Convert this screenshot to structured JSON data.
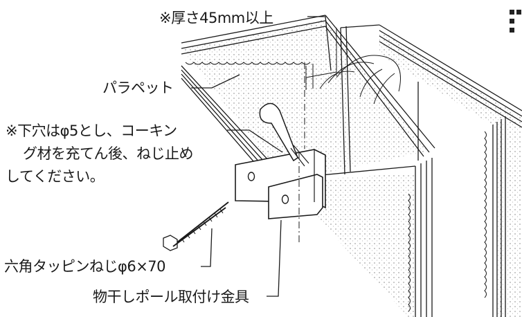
{
  "labels": {
    "thickness": "※厚さ45mm以上",
    "parapet": "パラペット",
    "pilot_hole_line1": "※下穴はφ5とし、コーキン",
    "pilot_hole_line2": "グ材を充てん後、ねじ止め",
    "pilot_hole_line3": "してください。",
    "screw": "六角タッピンねじφ6×70",
    "bracket": "物干しポール取付け金具"
  },
  "colors": {
    "line": "#1a1a1a",
    "wall_fill": "#ffffff",
    "hatch": "#555555"
  }
}
